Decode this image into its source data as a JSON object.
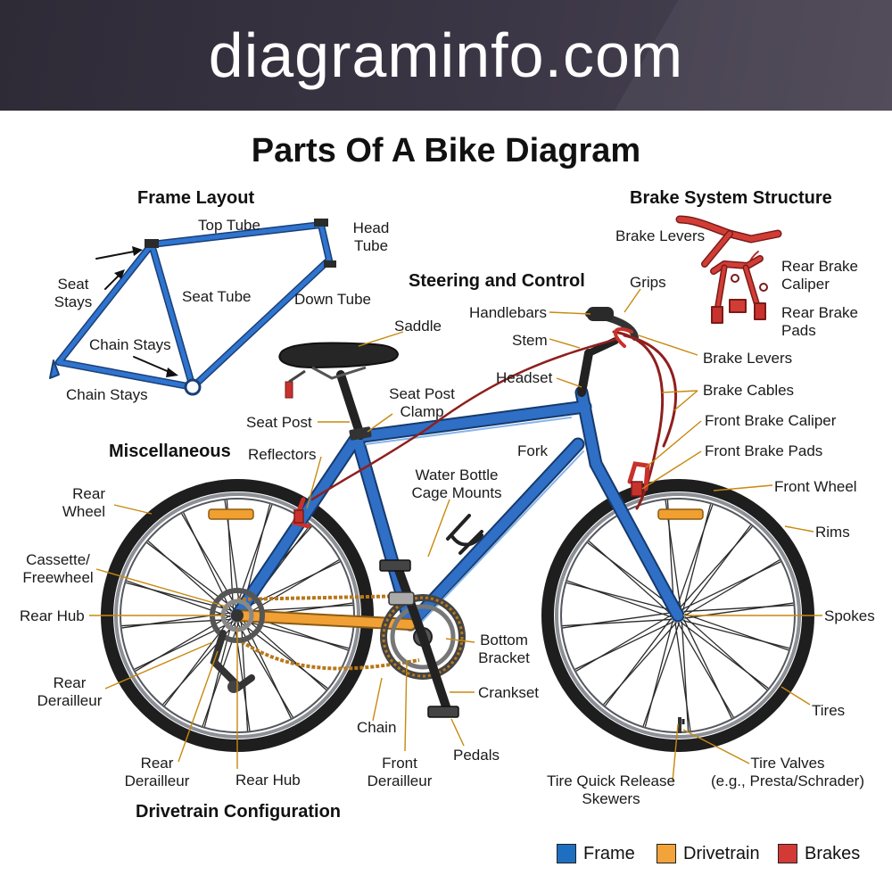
{
  "banner": {
    "site": "diagraminfo.com"
  },
  "title": "Parts Of A Bike Diagram",
  "sections": {
    "frame_layout": "Frame Layout",
    "brake_system": "Brake System Structure",
    "steering": "Steering and Control",
    "misc": "Miscellaneous",
    "drivetrain": "Drivetrain Configuration"
  },
  "frame_labels": {
    "top_tube": "Top Tube",
    "head_tube": "Head\nTube",
    "seat_stays": "Seat\nStays",
    "seat_tube": "Seat Tube",
    "down_tube": "Down Tube",
    "chain_stays_1": "Chain Stays",
    "chain_stays_2": "Chain Stays"
  },
  "brake_labels": {
    "levers": "Brake Levers",
    "rear_caliper": "Rear Brake\nCaliper",
    "rear_pads": "Rear Brake\nPads"
  },
  "labels": {
    "grips": "Grips",
    "handlebars": "Handlebars",
    "stem": "Stem",
    "headset": "Headset",
    "saddle": "Saddle",
    "seat_post_clamp": "Seat Post\nClamp",
    "seat_post": "Seat Post",
    "reflectors": "Reflectors",
    "fork": "Fork",
    "water_bottle": "Water Bottle\nCage Mounts",
    "brake_levers": "Brake Levers",
    "brake_cables": "Brake Cables",
    "front_caliper": "Front Brake Caliper",
    "front_pads": "Front Brake Pads",
    "front_wheel": "Front Wheel",
    "rims": "Rims",
    "spokes": "Spokes",
    "tires": "Tires",
    "rear_wheel": "Rear\nWheel",
    "cassette": "Cassette/\nFreewheel",
    "rear_hub_left": "Rear Hub",
    "rear_derailleur_left": "Rear\nDerailleur",
    "rear_derailleur_bottom": "Rear\nDerailleur",
    "rear_hub_bottom": "Rear Hub",
    "chain": "Chain",
    "front_derailleur": "Front\nDerailleur",
    "pedals": "Pedals",
    "bottom_bracket": "Bottom\nBracket",
    "crankset": "Crankset",
    "quick_release": "Tire Quick Release\nSkewers",
    "tire_valves": "Tire Valves\n(e.g., Presta/Schrader)"
  },
  "legend": [
    {
      "label": "Frame",
      "color": "#1f6fc0"
    },
    {
      "label": "Drivetrain",
      "color": "#f2a33a"
    },
    {
      "label": "Brakes",
      "color": "#d33a36"
    }
  ],
  "colors": {
    "frame": "#2c6bc4",
    "drivetrain": "#f2a33a",
    "brakes": "#c8322c",
    "leader": "#c8890e",
    "banner": "#35303f"
  }
}
